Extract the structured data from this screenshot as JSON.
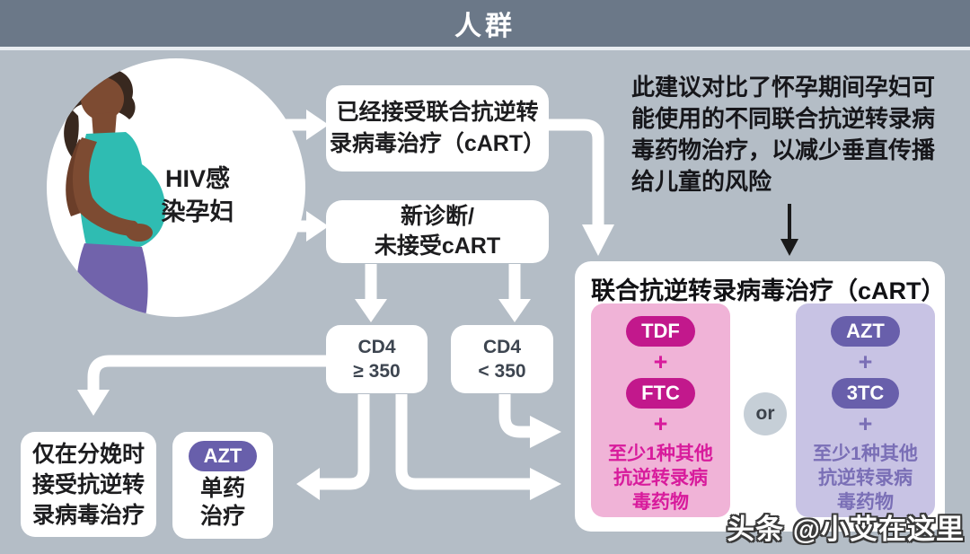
{
  "header": {
    "title": "人群"
  },
  "patient": {
    "label": "HIV感\n染孕妇",
    "illustration": "pregnant-woman"
  },
  "flow": {
    "on_cart": {
      "text": "已经接受联合抗逆转\n录病毒治疗（cART）"
    },
    "new_diagnosis": {
      "text": "新诊断/\n未接受cART"
    },
    "cd4_high": {
      "text": "CD4\n≥ 350"
    },
    "cd4_low": {
      "text": "CD4\n< 350"
    },
    "delivery_only": {
      "text": "仅在分娩时\n接受抗逆转\n录病毒治疗"
    },
    "monotherapy": {
      "pill": "AZT",
      "text": "单药\n治疗"
    }
  },
  "note": {
    "text": "此建议对比了怀孕期间孕妇可\n能使用的不同联合抗逆转录病\n毒药物治疗，以减少垂直传播\n给儿童的风险"
  },
  "cart": {
    "title": "联合抗逆转录病毒治疗（cART）",
    "plus": "+",
    "or": "or",
    "option_a": {
      "pill1": "TDF",
      "pill2": "FTC",
      "other": "至少1种其他\n抗逆转录病\n毒药物"
    },
    "option_b": {
      "pill1": "AZT",
      "pill2": "3TC",
      "other": "至少1种其他\n抗逆转录病\n毒药物"
    }
  },
  "watermark": {
    "text": "头条 @小艾在这里"
  },
  "colors": {
    "header_bg": "#6b7888",
    "background": "#b4bdc6",
    "magenta_pill": "#c2188c",
    "magenta_text": "#d81b9c",
    "pink_panel": "#f0b3d7",
    "purple_pill": "#685fab",
    "purple_text": "#7a6fb6",
    "lavender_panel": "#c8c3e4",
    "teal_top": "#2fbcb2",
    "skirt_purple": "#7163ab",
    "arrow_white": "#ffffff"
  }
}
